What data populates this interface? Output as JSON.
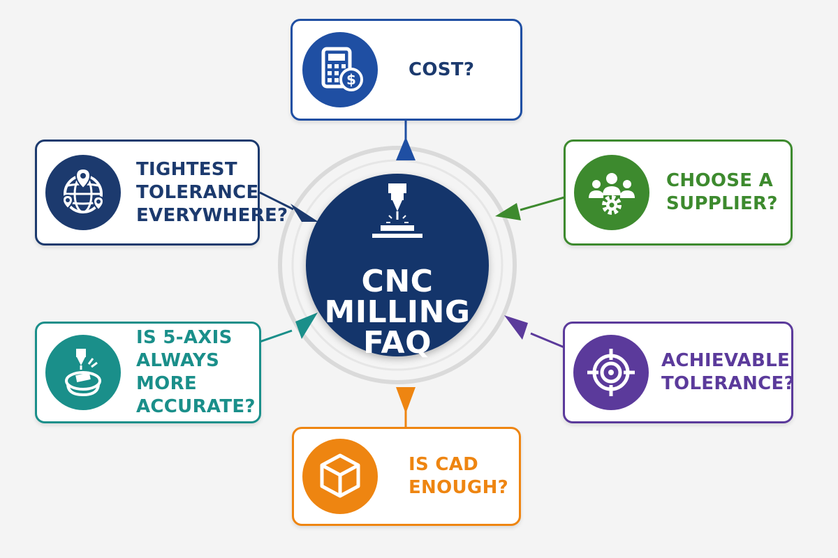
{
  "center": {
    "title": "CNC\nMILLING\nFAQ",
    "icon": "cnc-spindle-icon",
    "color": "#14356b"
  },
  "nodes": [
    {
      "id": "cost",
      "label": "COST?",
      "icon": "calculator-dollar-icon",
      "color": "#1f4fa3"
    },
    {
      "id": "supplier",
      "label": "CHOOSE A\nSUPPLIER?",
      "icon": "team-gear-icon",
      "color": "#3d8a2e"
    },
    {
      "id": "achievable",
      "label": "ACHIEVABLE\nTOLERANCE?",
      "icon": "target-crosshair-icon",
      "color": "#5b3a9b"
    },
    {
      "id": "cad",
      "label": "IS CAD\nENOUGH?",
      "icon": "cube-icon",
      "color": "#ee8511"
    },
    {
      "id": "five-axis",
      "label": "IS 5-AXIS\nALWAYS MORE\nACCURATE?",
      "icon": "five-axis-machine-icon",
      "color": "#1a8f8a"
    },
    {
      "id": "tightest",
      "label": "TIGHTEST\nTOLERANCE\nEVERYWHERE?",
      "icon": "globe-pins-icon",
      "color": "#1c3a6e"
    }
  ]
}
